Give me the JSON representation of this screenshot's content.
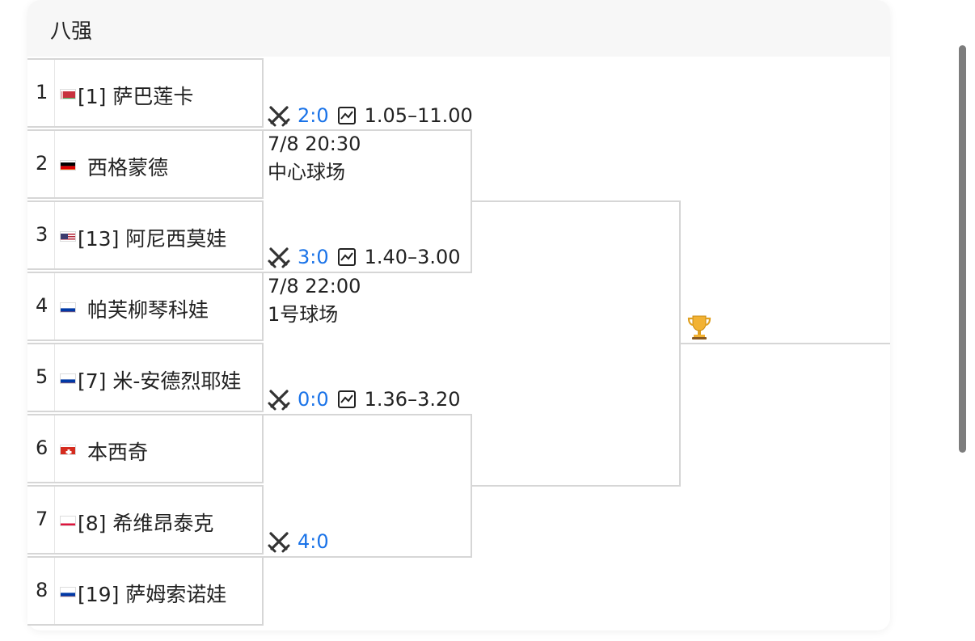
{
  "section_title": "八强",
  "players": [
    {
      "seed_num": "1",
      "flag": "belarus",
      "name": "[1] 萨巴莲卡"
    },
    {
      "seed_num": "2",
      "flag": "germany",
      "name": "西格蒙德"
    },
    {
      "seed_num": "3",
      "flag": "usa",
      "name": "[13] 阿尼西莫娃"
    },
    {
      "seed_num": "4",
      "flag": "russia",
      "name": "帕芙柳琴科娃"
    },
    {
      "seed_num": "5",
      "flag": "russia",
      "name": "[7] 米-安德烈耶娃"
    },
    {
      "seed_num": "6",
      "flag": "switzerland",
      "name": "本西奇"
    },
    {
      "seed_num": "7",
      "flag": "poland",
      "name": "[8] 希维昂泰克"
    },
    {
      "seed_num": "8",
      "flag": "russia",
      "name": "[19] 萨姆索诺娃"
    }
  ],
  "matches": [
    {
      "score": "2:0",
      "odds": "1.05–11.00",
      "time": "7/8 20:30",
      "court": "中心球场",
      "icons": [
        "crossed-swords-icon",
        "chart-icon"
      ]
    },
    {
      "score": "3:0",
      "odds": "1.40–3.00",
      "time": "7/8 22:00",
      "court": "1号球场",
      "icons": [
        "crossed-swords-icon",
        "chart-icon"
      ]
    },
    {
      "score": "0:0",
      "odds": "1.36–3.20",
      "time": "",
      "court": "",
      "icons": [
        "crossed-swords-icon",
        "chart-icon"
      ]
    },
    {
      "score": "4:0",
      "odds": "",
      "time": "",
      "court": "",
      "icons": [
        "crossed-swords-icon"
      ]
    }
  ],
  "champion_icon": "trophy-icon",
  "colors": {
    "score_blue": "#1a73e8",
    "bracket_line": "#d6d6d6"
  }
}
